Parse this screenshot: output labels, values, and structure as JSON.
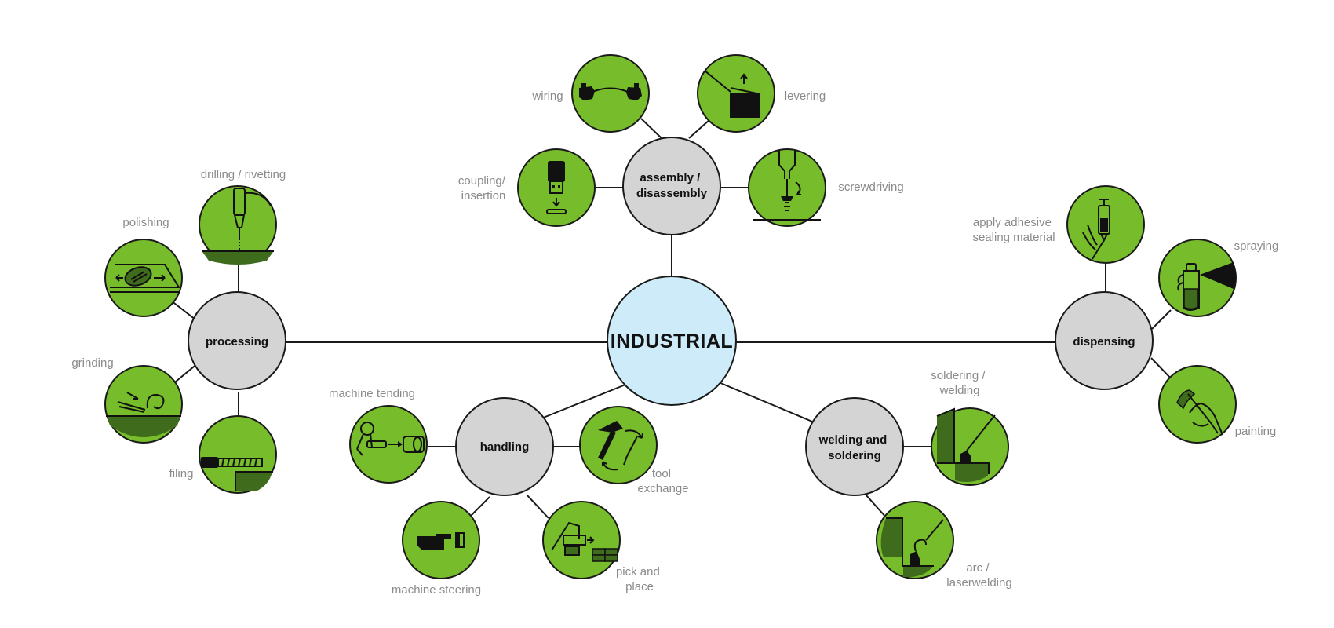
{
  "center": {
    "label": "INDUSTRIAL"
  },
  "hubs": {
    "processing": [
      "processing"
    ],
    "assembly": [
      "assembly /",
      "disassembly"
    ],
    "handling": [
      "handling"
    ],
    "welding": [
      "welding and",
      "soldering"
    ],
    "dispensing": [
      "dispensing"
    ]
  },
  "leaves": {
    "drilling": [
      "drilling / rivetting"
    ],
    "polishing": [
      "polishing"
    ],
    "grinding": [
      "grinding"
    ],
    "filing": [
      "filing"
    ],
    "wiring": [
      "wiring"
    ],
    "levering": [
      "levering"
    ],
    "coupling": [
      "coupling/",
      "insertion"
    ],
    "screwdriving": [
      "screwdriving"
    ],
    "machine_tending": [
      "machine tending"
    ],
    "tool_exchange": [
      "tool",
      "exchange"
    ],
    "machine_steering": [
      "machine steering"
    ],
    "pick_place": [
      "pick and",
      "place"
    ],
    "soldering_welding": [
      "soldering /",
      "welding"
    ],
    "arc_laser": [
      "arc /",
      "laserwelding"
    ],
    "adhesive": [
      "apply adhesive",
      "sealing material"
    ],
    "spraying": [
      "spraying"
    ],
    "painting": [
      "painting"
    ]
  },
  "icons": {
    "drilling": "drill-icon",
    "polishing": "polish-icon",
    "grinding": "grind-icon",
    "filing": "file-icon",
    "wiring": "wiring-icon",
    "levering": "lever-icon",
    "coupling": "usb-plug-icon",
    "screwdriving": "screwdriver-icon",
    "machine_tending": "robot-arm-icon",
    "tool_exchange": "hammer-screwdriver-icon",
    "machine_steering": "pointing-hand-icon",
    "pick_place": "pick-place-icon",
    "soldering_welding": "solder-iron-icon",
    "arc_laser": "arc-weld-icon",
    "adhesive": "syringe-icon",
    "spraying": "spray-can-icon",
    "painting": "brush-icon"
  },
  "colors": {
    "center": "#cdebf8",
    "hub": "#d4d4d4",
    "leaf": "#76bc2b",
    "leaf_shade": "#3f6b1c",
    "line": "#1a1a1a",
    "label": "#8a8a8a"
  }
}
